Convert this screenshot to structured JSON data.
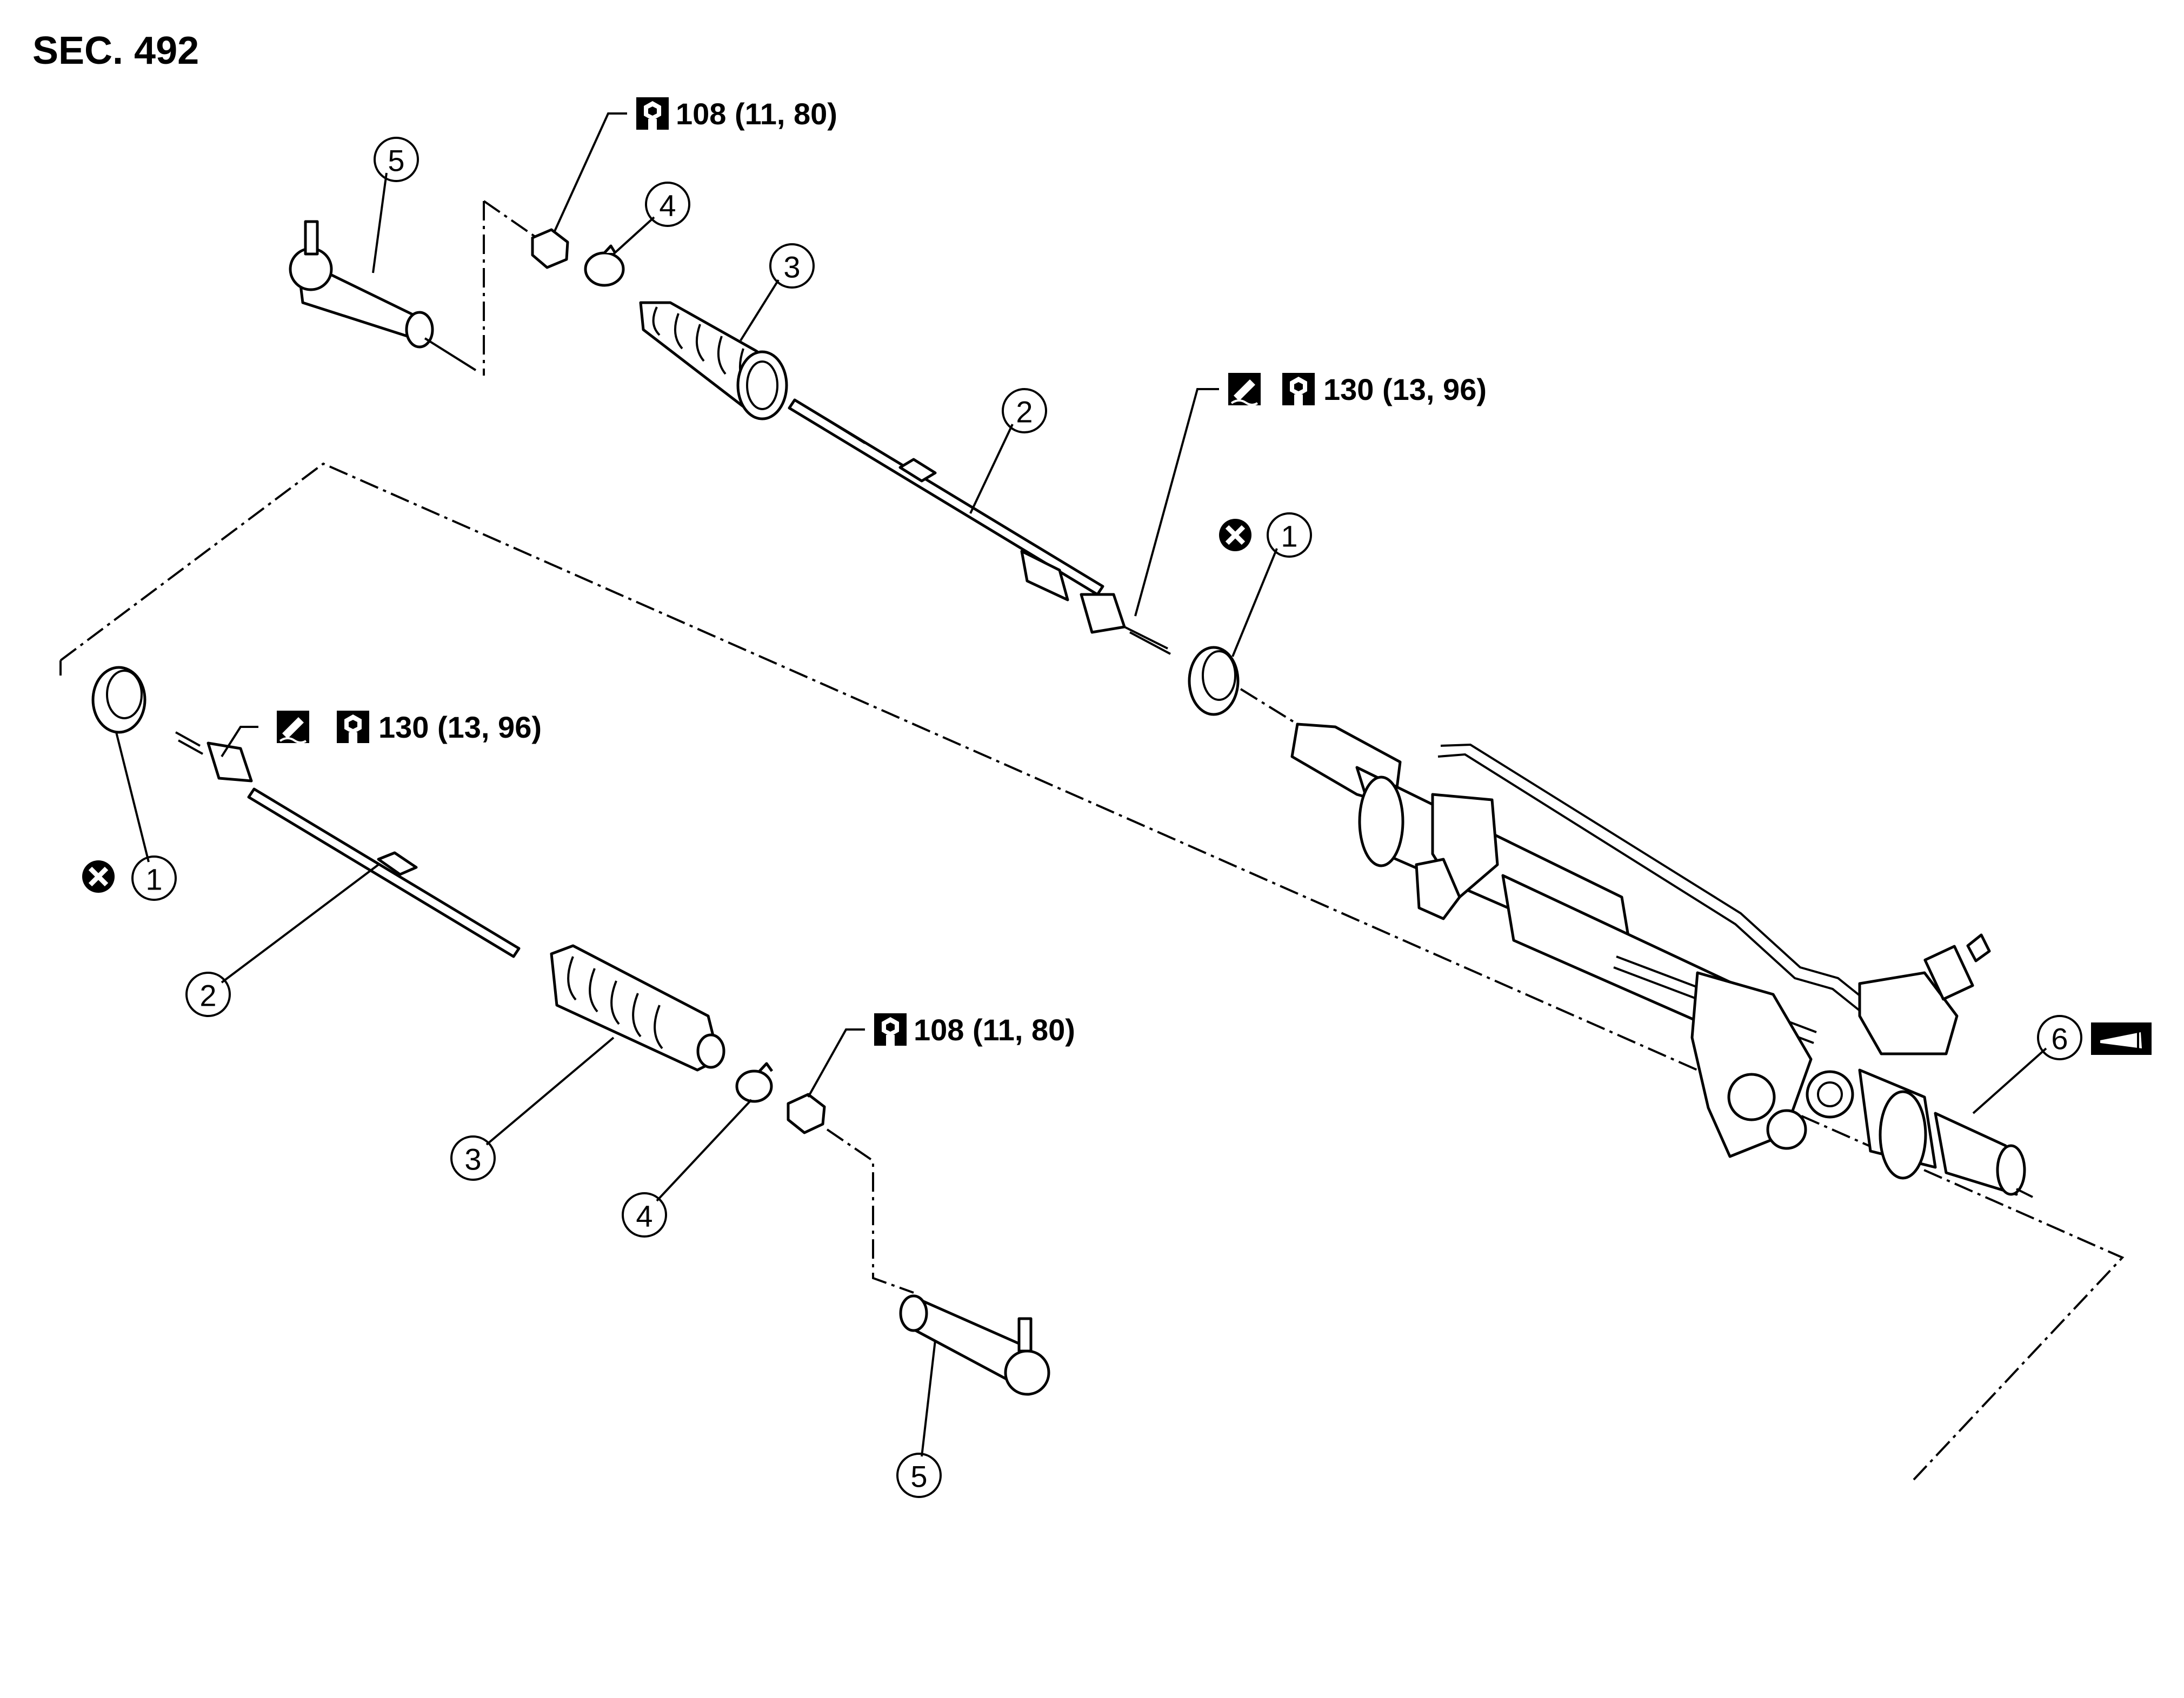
{
  "section_label": "SEC. 492",
  "torque_nut": "108 (11, 80)",
  "torque_inner_socket": "130 (13, 96)",
  "callout_numbers": [
    "1",
    "2",
    "3",
    "4",
    "5",
    "6"
  ],
  "icons": [
    "torque-wrench-icon",
    "sealant-apply-icon",
    "do-not-reuse-icon",
    "fluid-drain-icon"
  ]
}
